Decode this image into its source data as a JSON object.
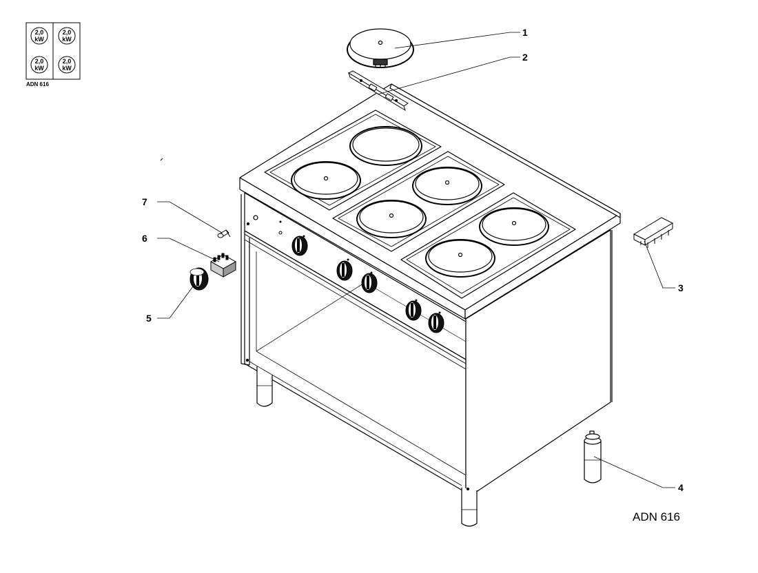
{
  "legend": {
    "model": "ADN 616",
    "zones": [
      {
        "power": "2,0",
        "unit": "kW"
      },
      {
        "power": "2,0",
        "unit": "kW"
      },
      {
        "power": "2,0",
        "unit": "kW"
      },
      {
        "power": "2,0",
        "unit": "kW"
      }
    ]
  },
  "callouts": [
    {
      "number": "1"
    },
    {
      "number": "2"
    },
    {
      "number": "3"
    },
    {
      "number": "4"
    },
    {
      "number": "5"
    },
    {
      "number": "6"
    },
    {
      "number": "7"
    }
  ],
  "model_label": "ADN 616"
}
